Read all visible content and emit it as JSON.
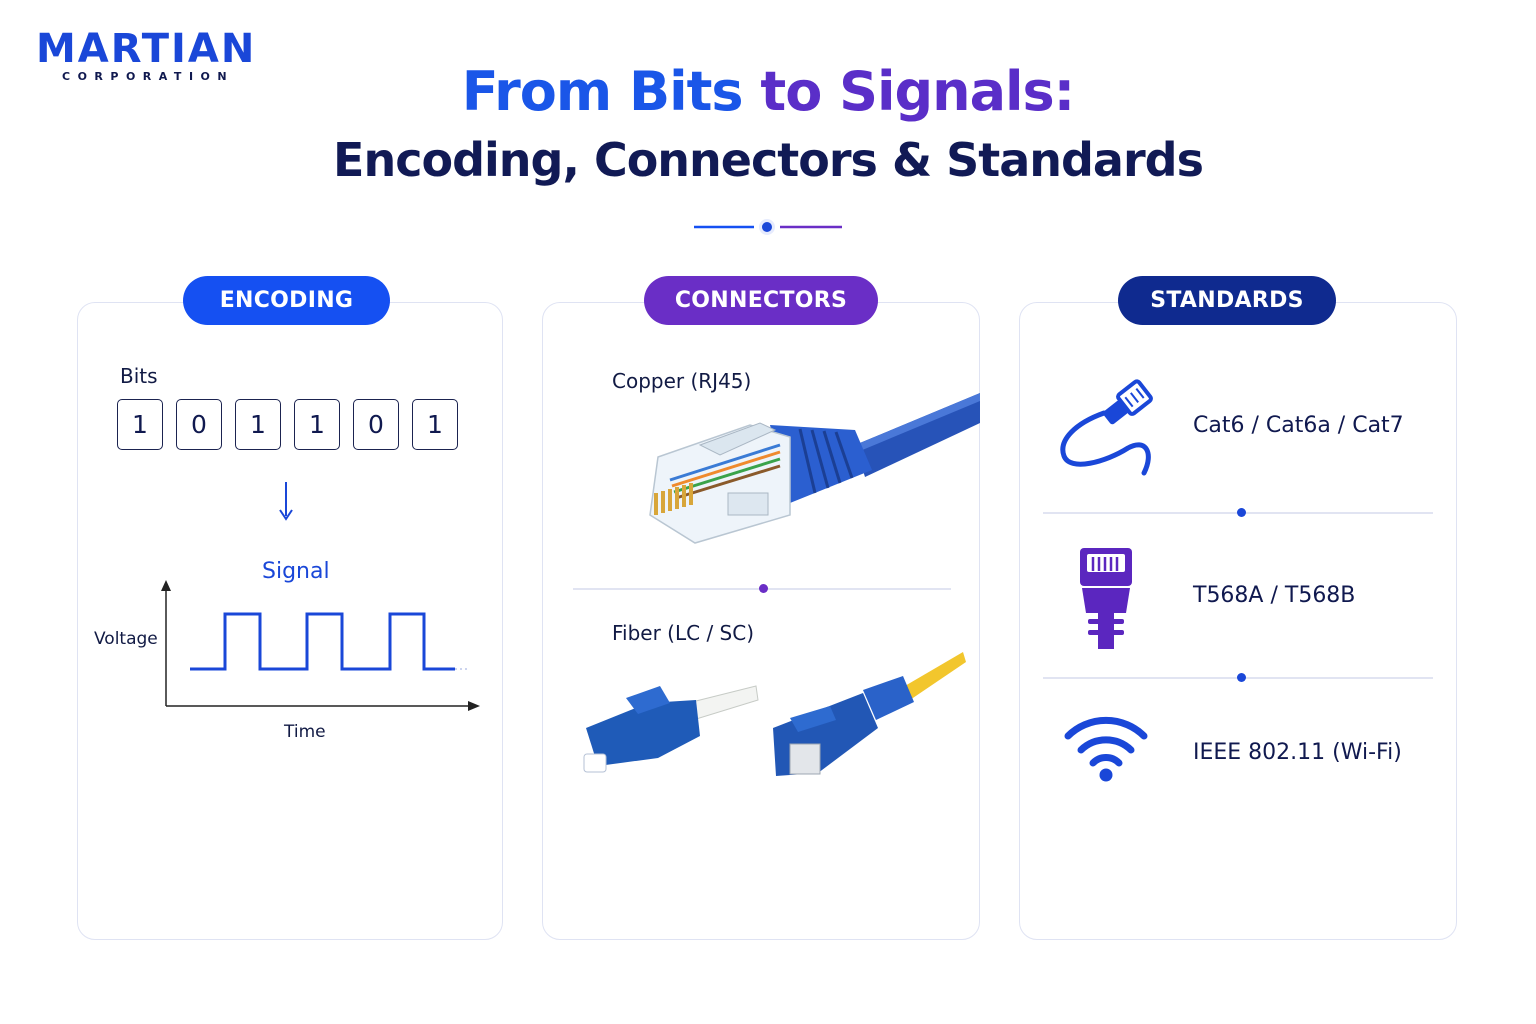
{
  "logo": {
    "name": "MARTIAN",
    "subtitle": "CORPORATION"
  },
  "title": {
    "line1_part1": "From Bits ",
    "line1_part2": "to Signals:",
    "line2": "Encoding, Connectors & Standards"
  },
  "colors": {
    "blue": "#1550f2",
    "purple": "#6a2ec6",
    "navy": "#0f2a8f",
    "text": "#10194f"
  },
  "encoding": {
    "header": "ENCODING",
    "bits_label": "Bits",
    "bits": [
      "1",
      "0",
      "1",
      "1",
      "0",
      "1"
    ],
    "signal_label": "Signal",
    "y_axis_label": "Voltage",
    "x_axis_label": "Time"
  },
  "connectors": {
    "header": "CONNECTORS",
    "copper_label": "Copper (RJ45)",
    "fiber_label": "Fiber (LC / SC)"
  },
  "standards": {
    "header": "STANDARDS",
    "items": [
      {
        "label": "Cat6 / Cat6a / Cat7",
        "icon": "cable-icon"
      },
      {
        "label": "T568A / T568B",
        "icon": "rj45-plug-icon"
      },
      {
        "label": "IEEE 802.11 (Wi-Fi)",
        "icon": "wifi-icon"
      }
    ]
  }
}
